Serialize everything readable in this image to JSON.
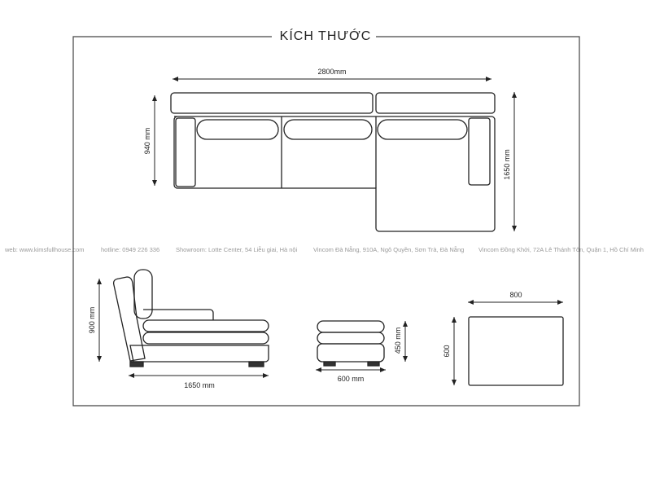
{
  "title": "KÍCH THƯỚC",
  "info_bar": [
    "web: www.kimsfullhouse.com",
    "hotline: 0949 226 336",
    "Showroom: Lotte Center, 54 Liễu giai, Hà nội",
    "Vincom Đà Nẵng, 910A, Ngô Quyền, Sơn Trà, Đà Nẵng",
    "Vincom Đồng Khởi, 72A Lê Thánh Tôn, Quận 1, Hồ Chí Minh"
  ],
  "dimensions": {
    "top_width": "2800mm",
    "top_depth": "940 mm",
    "top_chaise_length": "1650 mm",
    "side_height": "900 mm",
    "side_length": "1650 mm",
    "ottoman_height": "450 mm",
    "ottoman_width": "600 mm",
    "table_width": "800",
    "table_depth": "600"
  },
  "colors": {
    "line": "#222222",
    "info_text": "#9a9a9a"
  }
}
